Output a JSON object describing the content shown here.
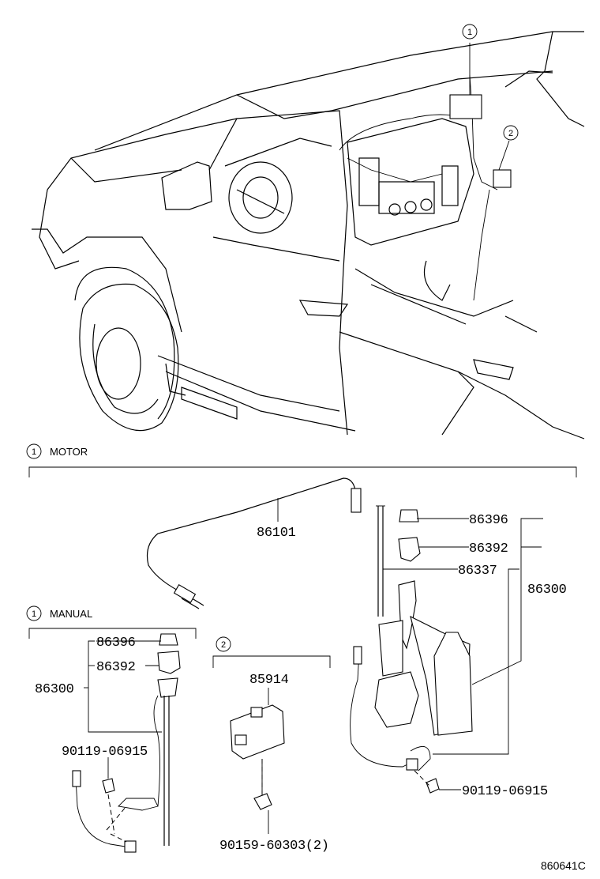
{
  "sections": {
    "motor": {
      "number": "1",
      "label": "MOTOR"
    },
    "manual": {
      "number": "1",
      "label": "MANUAL"
    },
    "relay": {
      "number": "2"
    }
  },
  "callouts": {
    "c1": "1",
    "c2": "2"
  },
  "parts": {
    "cable": "86101",
    "motor_nut": "86396",
    "motor_bezel": "86392",
    "motor_mast": "86337",
    "motor_assy": "86300",
    "motor_bolt": "90119-06915",
    "manual_nut": "86396",
    "manual_bezel": "86392",
    "manual_assy": "86300",
    "manual_bolt": "90119-06915",
    "relay": "85914",
    "relay_bolt": "90159-60303(2)"
  },
  "diagram_code": "860641C"
}
